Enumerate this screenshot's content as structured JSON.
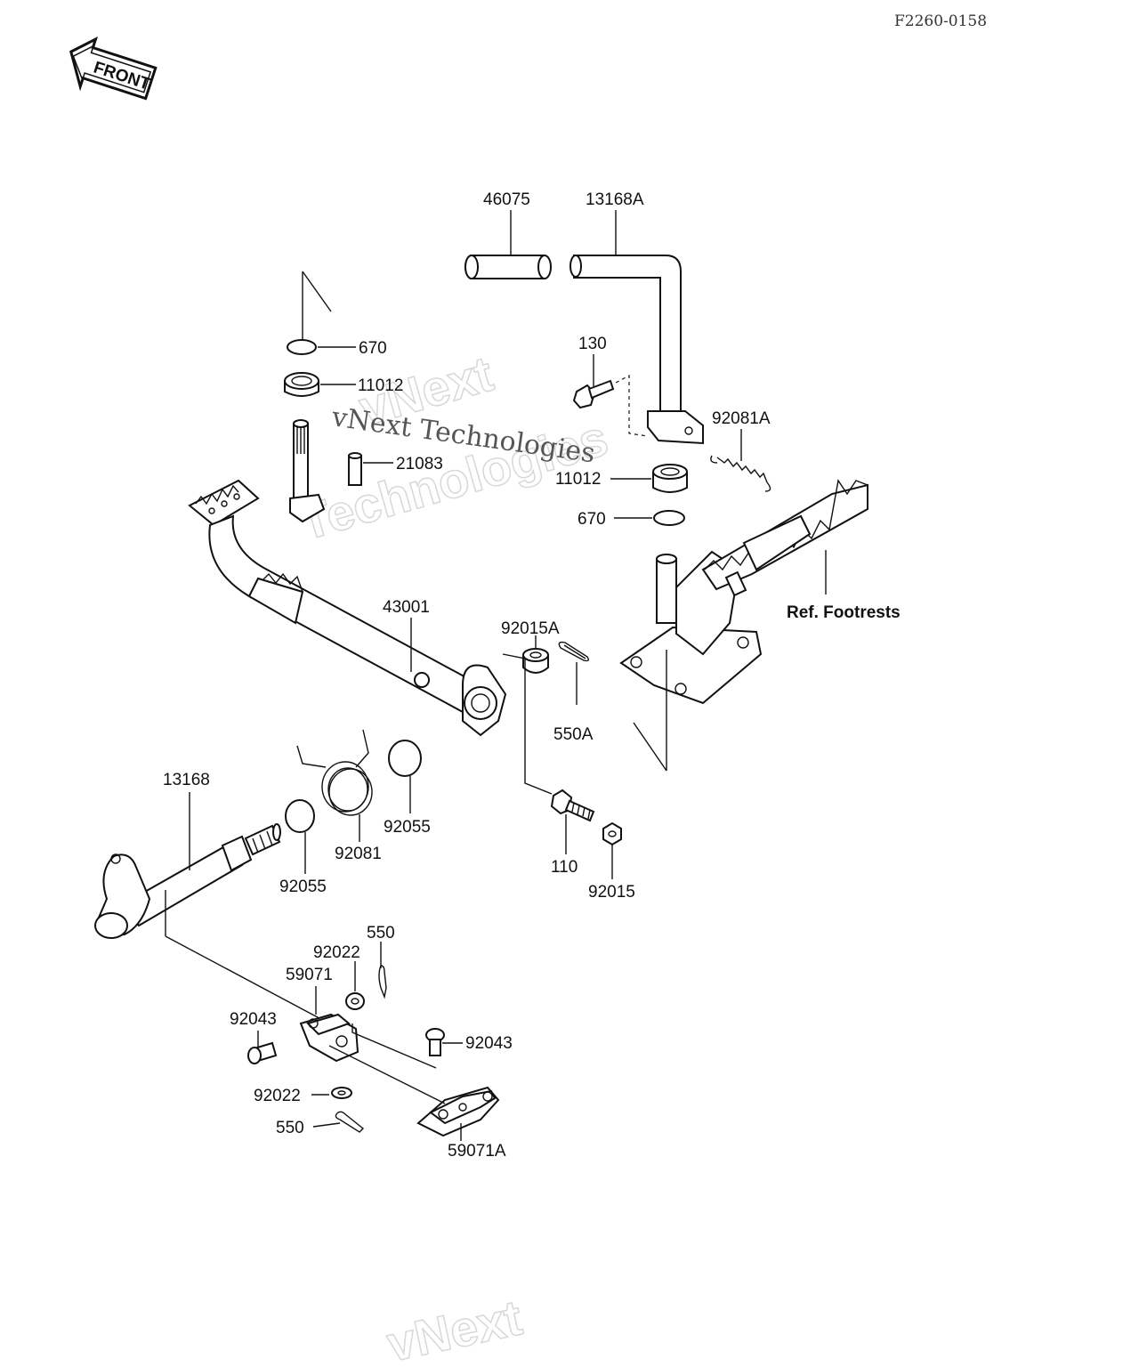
{
  "diagram_code": "F2260-0158",
  "front_badge": "FRONT",
  "watermark": {
    "main": "vNext Technologies",
    "ghost_line1": "vNext",
    "ghost_line2": "Technologies",
    "bottom_fragment": "vNext"
  },
  "labels": {
    "p46075": "46075",
    "p13168A": "13168A",
    "p670_top": "670",
    "p11012_top": "11012",
    "p130": "130",
    "p92081A": "92081A",
    "p21083": "21083",
    "p11012_mid": "11012",
    "p670_mid": "670",
    "ref_footrests": "Ref. Footrests",
    "p43001": "43001",
    "p92015A": "92015A",
    "p550A": "550A",
    "p13168": "13168",
    "p92055_right": "92055",
    "p92081": "92081",
    "p92055_left": "92055",
    "p110": "110",
    "p92015": "92015",
    "p550_top": "550",
    "p92022_top": "92022",
    "p59071": "59071",
    "p92043_left": "92043",
    "p92043_right": "92043",
    "p92022_bottom": "92022",
    "p550_bottom": "550",
    "p59071A": "59071A"
  }
}
